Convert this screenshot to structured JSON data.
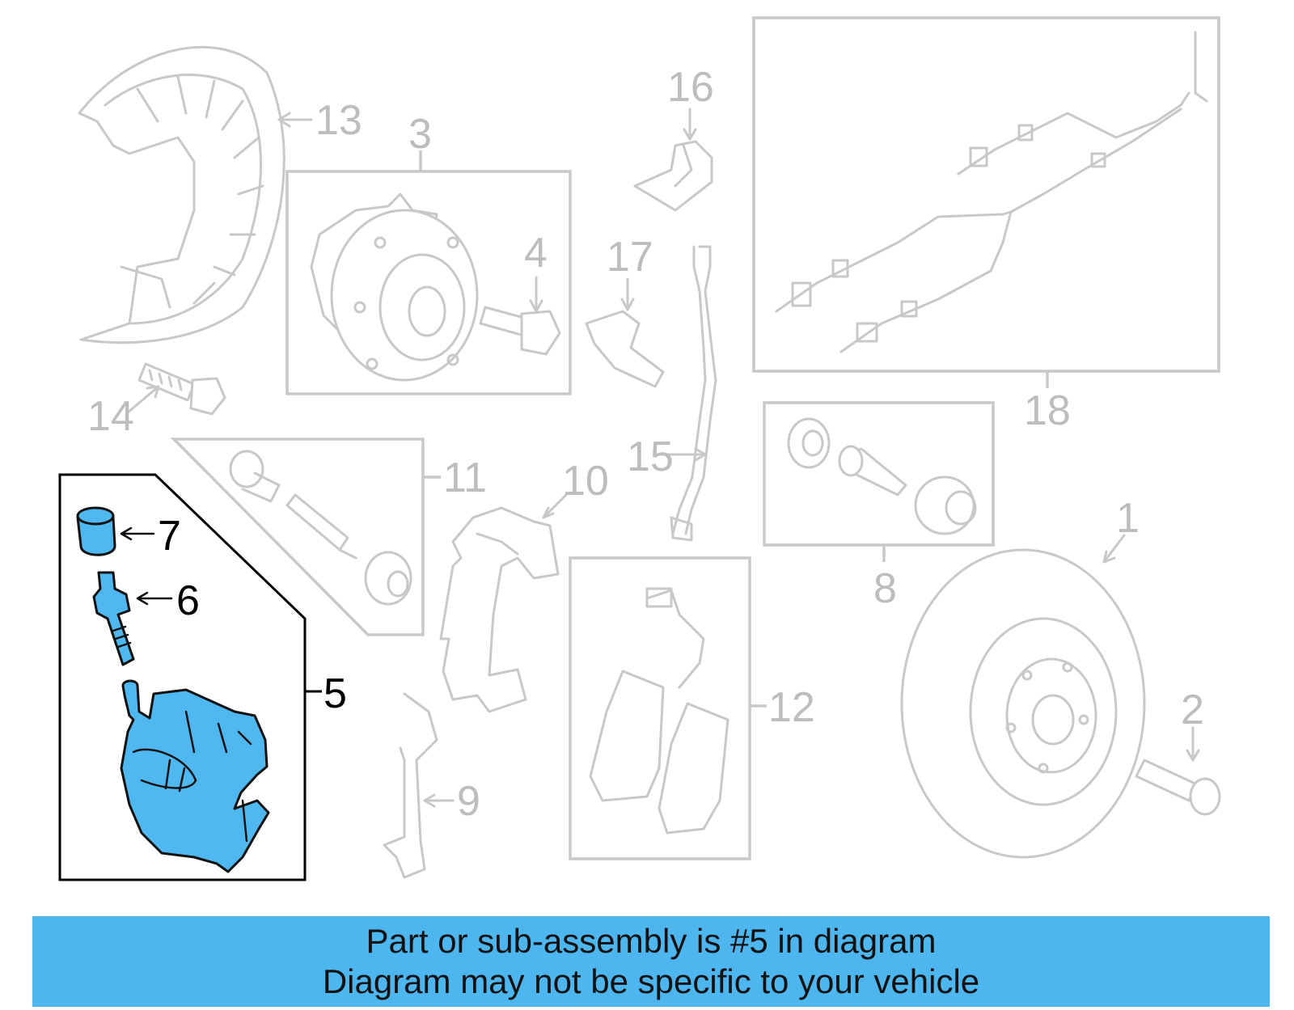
{
  "labels": [
    "1",
    "2",
    "3",
    "4",
    "5",
    "6",
    "7",
    "8",
    "9",
    "10",
    "11",
    "12",
    "13",
    "14",
    "15",
    "16",
    "17",
    "18"
  ],
  "highlighted_part": "5",
  "colors": {
    "highlight": "#4fb8f0",
    "banner": "#4db6ee",
    "ghost": "#c8c8c8",
    "ghost_text": "#bdbdbd"
  },
  "banner": {
    "line1": "Part or sub-assembly is #5 in diagram",
    "line2": "Diagram may not be specific to your vehicle"
  }
}
